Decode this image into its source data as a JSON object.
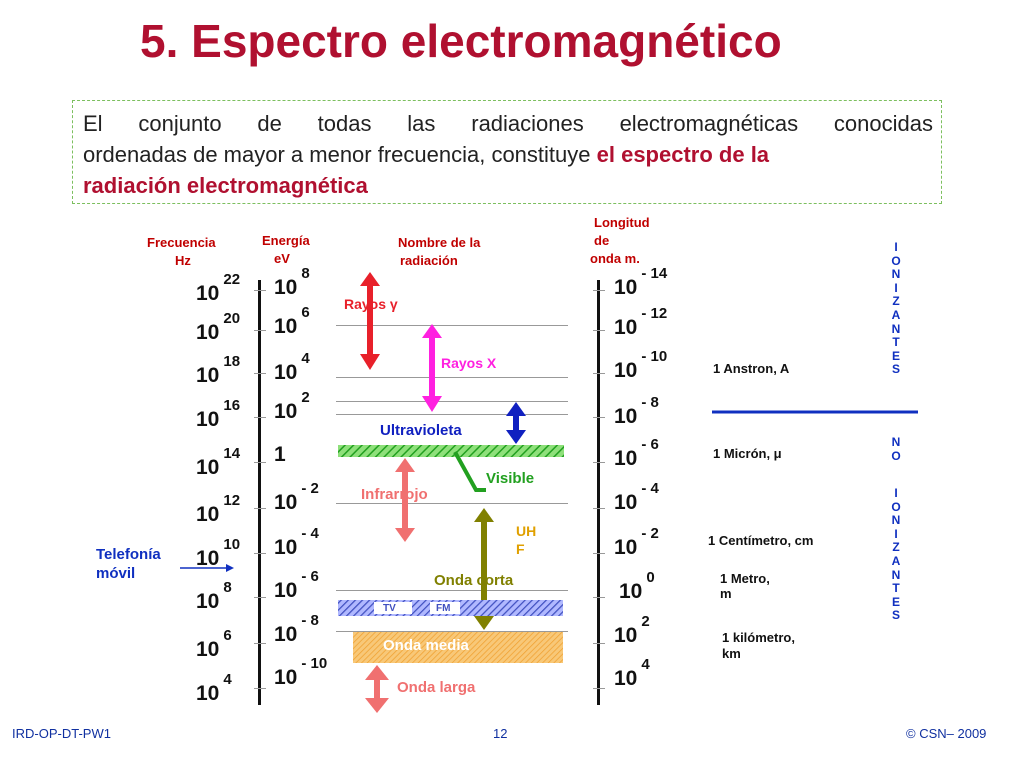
{
  "title": "5. Espectro electromagnético",
  "intro": {
    "line1": "El conjunto de todas las radiaciones electromagnéticas conocidas",
    "line2_plain": "ordenadas  de mayor a menor frecuencia, constituye ",
    "line2_bold": "el espectro de la",
    "line3_bold": "radiación electromagnética"
  },
  "headers": {
    "frecuencia": [
      "Frecuencia",
      "Hz"
    ],
    "energia": [
      "Energía",
      "eV"
    ],
    "nombre": [
      "Nombre de la",
      "radiación"
    ],
    "longitud": [
      "Longitud",
      "de",
      "onda m."
    ]
  },
  "frequency_column": [
    {
      "base": "10",
      "exp": "22"
    },
    {
      "base": "10",
      "exp": "20"
    },
    {
      "base": "10",
      "exp": "18"
    },
    {
      "base": "10",
      "exp": "16"
    },
    {
      "base": "10",
      "exp": "14"
    },
    {
      "base": "10",
      "exp": "12"
    },
    {
      "base": "10",
      "exp": "10"
    },
    {
      "base": "10",
      "exp": "8"
    },
    {
      "base": "10",
      "exp": "6"
    },
    {
      "base": "10",
      "exp": "4"
    }
  ],
  "energy_column": [
    {
      "base": "10",
      "exp": "8"
    },
    {
      "base": "10",
      "exp": "6"
    },
    {
      "base": "10",
      "exp": "4"
    },
    {
      "base": "10",
      "exp": "2"
    },
    {
      "base": "1",
      "exp": ""
    },
    {
      "base": "10",
      "exp": "- 2"
    },
    {
      "base": "10",
      "exp": "- 4"
    },
    {
      "base": "10",
      "exp": "- 6"
    },
    {
      "base": "10",
      "exp": "- 8"
    },
    {
      "base": "10",
      "exp": "- 10"
    }
  ],
  "wavelength_column": [
    {
      "base": "10",
      "exp": "- 14"
    },
    {
      "base": "10",
      "exp": "- 12"
    },
    {
      "base": "10",
      "exp": "- 10"
    },
    {
      "base": "10",
      "exp": "- 8"
    },
    {
      "base": "10",
      "exp": "- 6"
    },
    {
      "base": "10",
      "exp": "- 4"
    },
    {
      "base": "10",
      "exp": "- 2"
    },
    {
      "base": "10",
      "exp": "0"
    },
    {
      "base": "10",
      "exp": "2"
    },
    {
      "base": "10",
      "exp": "4"
    }
  ],
  "radiations": {
    "rayos_gamma": "Rayos  γ",
    "rayos_x": "Rayos X",
    "ultravioleta": "Ultravioleta",
    "visible": "Visible",
    "infrarrojo": "Infrarrojo",
    "uhf_1": "UH",
    "uhf_2": "F",
    "onda_corta": "Onda corta",
    "tv": "TV",
    "fm": "FM",
    "onda_media": "Onda media",
    "onda_larga": "Onda larga"
  },
  "telefonia": [
    "Telefonía",
    "móvil"
  ],
  "units": {
    "angstrom": "1 Anstron, A",
    "micron": "1 Micrón, μ",
    "centimetro": "1 Centímetro, cm",
    "metro": [
      "1 Metro,",
      "m"
    ],
    "kilometro": [
      "1 kilómetro,",
      "km"
    ]
  },
  "ionizantes": [
    "I",
    "O",
    "N",
    "I",
    "Z",
    "A",
    "N",
    "T",
    "E",
    "S"
  ],
  "no_label": [
    "N",
    "O"
  ],
  "no_ionizantes": [
    "I",
    "O",
    "N",
    "I",
    "Z",
    "A",
    "N",
    "T",
    "E",
    "S"
  ],
  "footer": {
    "left": "IRD-OP-DT-PW1",
    "center": "12",
    "right": "© CSN– 2009"
  },
  "colors": {
    "title": "#b01030",
    "gamma": "#e8202a",
    "xray": "#ff20e0",
    "uv": "#1020c0",
    "visible": "#22a020",
    "infrared": "#f07070",
    "uhf": "#e0a000",
    "onda_corta": "#808000",
    "tv_fm": "#4050c0",
    "onda_media": "#f5b041",
    "onda_larga": "#f07070"
  }
}
